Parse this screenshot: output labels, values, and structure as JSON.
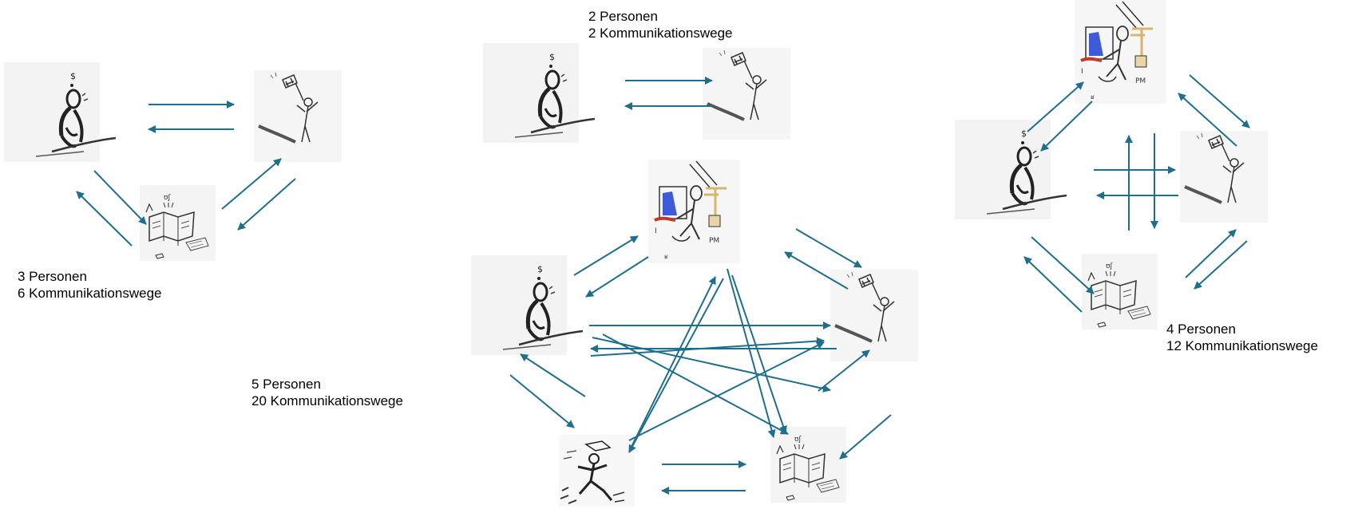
{
  "diagrams": [
    {
      "id": "d2",
      "persons_text": "2 Personen",
      "paths_text": "2 Kommunikationswege",
      "persons": 2,
      "paths": 2
    },
    {
      "id": "d3",
      "persons_text": "3 Personen",
      "paths_text": "6 Kommunikationswege",
      "persons": 3,
      "paths": 6
    },
    {
      "id": "d4",
      "persons_text": "4 Personen",
      "paths_text": "12 Kommunikationswege",
      "persons": 4,
      "paths": 12
    },
    {
      "id": "d5",
      "persons_text": "5 Personen",
      "paths_text": "20 Kommunikationswege",
      "persons": 5,
      "paths": 20
    }
  ],
  "people_icons": [
    "thinker-icon",
    "flag-waver-icon",
    "reader-icon",
    "computer-user-icon",
    "runner-icon"
  ],
  "colors": {
    "arrow": "#1f6e8c",
    "ink": "#222222",
    "screen": "#3d5bd9",
    "accent": "#c0392b",
    "wood": "#d8b56a"
  }
}
